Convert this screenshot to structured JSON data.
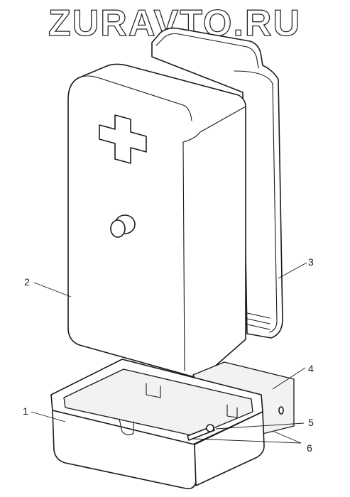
{
  "watermark": {
    "text": "ZURAVTO.RU"
  },
  "callouts": {
    "c1": "1",
    "c2": "2",
    "c3": "3",
    "c4": "4",
    "c5": "5",
    "c6": "6"
  },
  "colors": {
    "ink": "#1a1a1a",
    "paper": "#ffffff"
  }
}
